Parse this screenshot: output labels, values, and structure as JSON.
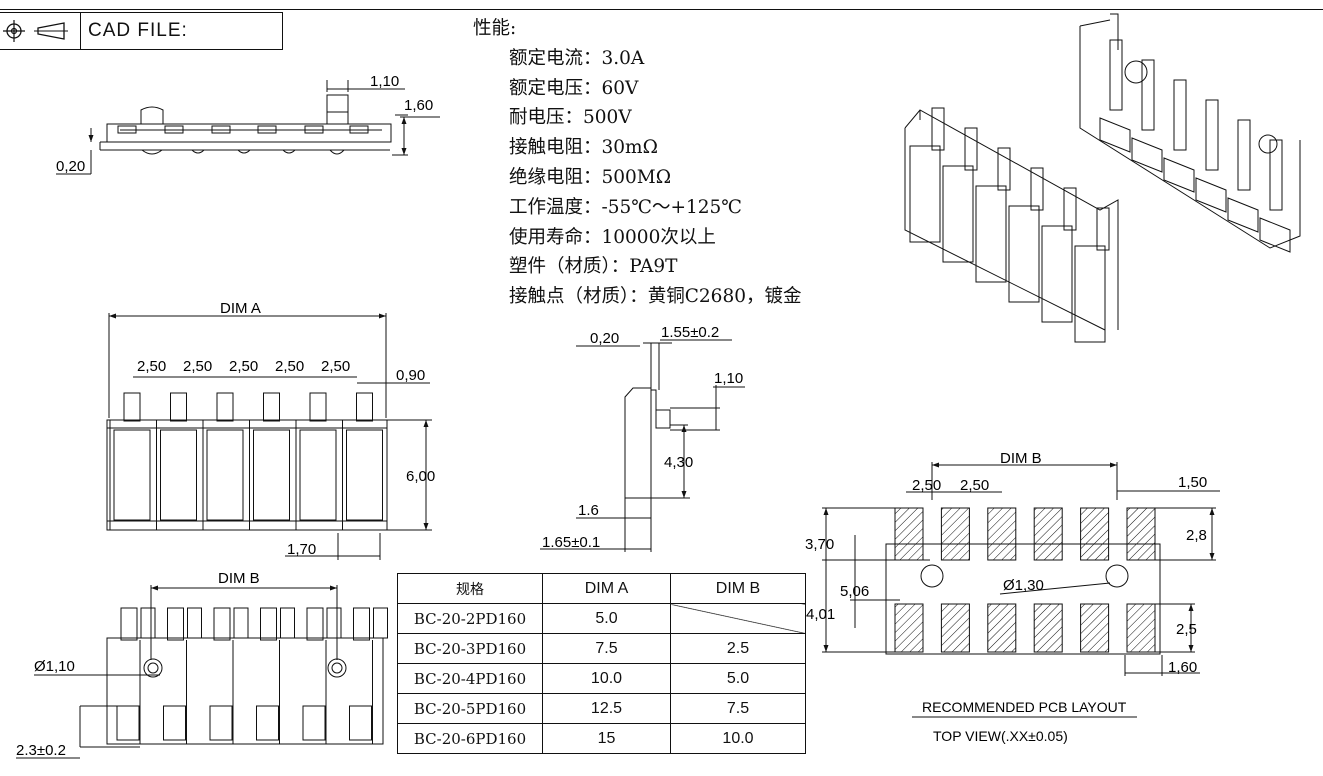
{
  "title_block": {
    "label": "CAD FILE:"
  },
  "specs": {
    "heading": "性能:",
    "lines": [
      "额定电流：3.0A",
      "额定电压：60V",
      "耐电压：500V",
      "接触电阻：30mΩ",
      "绝缘电阻：500MΩ",
      "工作温度：-55℃～+125℃",
      "使用寿命：10000次以上",
      "塑件（材质）：PA9T",
      "接触点（材质）：黄铜C2680，镀金"
    ]
  },
  "side_view": {
    "dims": [
      "1,10",
      "1,60",
      "0,20"
    ]
  },
  "top_view": {
    "dim_a": "DIM A",
    "pitches": [
      "2,50",
      "2,50",
      "2,50",
      "2,50",
      "2,50"
    ],
    "dim_090": "0,90",
    "dim_600": "6,00",
    "dim_170": "1,70"
  },
  "bottom_view": {
    "dim_b": "DIM B",
    "hole": "Ø1,10",
    "height": "2.3±0.2"
  },
  "profile_view": {
    "d020": "0,20",
    "d155": "1.55±0.2",
    "d110": "1,10",
    "d430": "4,30",
    "d16": "1.6",
    "d165": "1.65±0.1"
  },
  "pcb_layout": {
    "dim_b": "DIM B",
    "p1": "2,50",
    "p2": "2,50",
    "d150": "1,50",
    "d370": "3,70",
    "d28": "2,8",
    "d506": "5,06",
    "hole": "Ø1,30",
    "d401": "4,01",
    "d25": "2,5",
    "d160": "1,60",
    "caption1": "RECOMMENDED PCB LAYOUT",
    "caption2": "TOP VIEW(.XX±0.05)"
  },
  "table": {
    "headers": [
      "规格",
      "DIM A",
      "DIM B"
    ],
    "rows": [
      [
        "BC-20-2PD160",
        "5.0",
        ""
      ],
      [
        "BC-20-3PD160",
        "7.5",
        "2.5"
      ],
      [
        "BC-20-4PD160",
        "10.0",
        "5.0"
      ],
      [
        "BC-20-5PD160",
        "12.5",
        "7.5"
      ],
      [
        "BC-20-6PD160",
        "15",
        "10.0"
      ]
    ]
  }
}
